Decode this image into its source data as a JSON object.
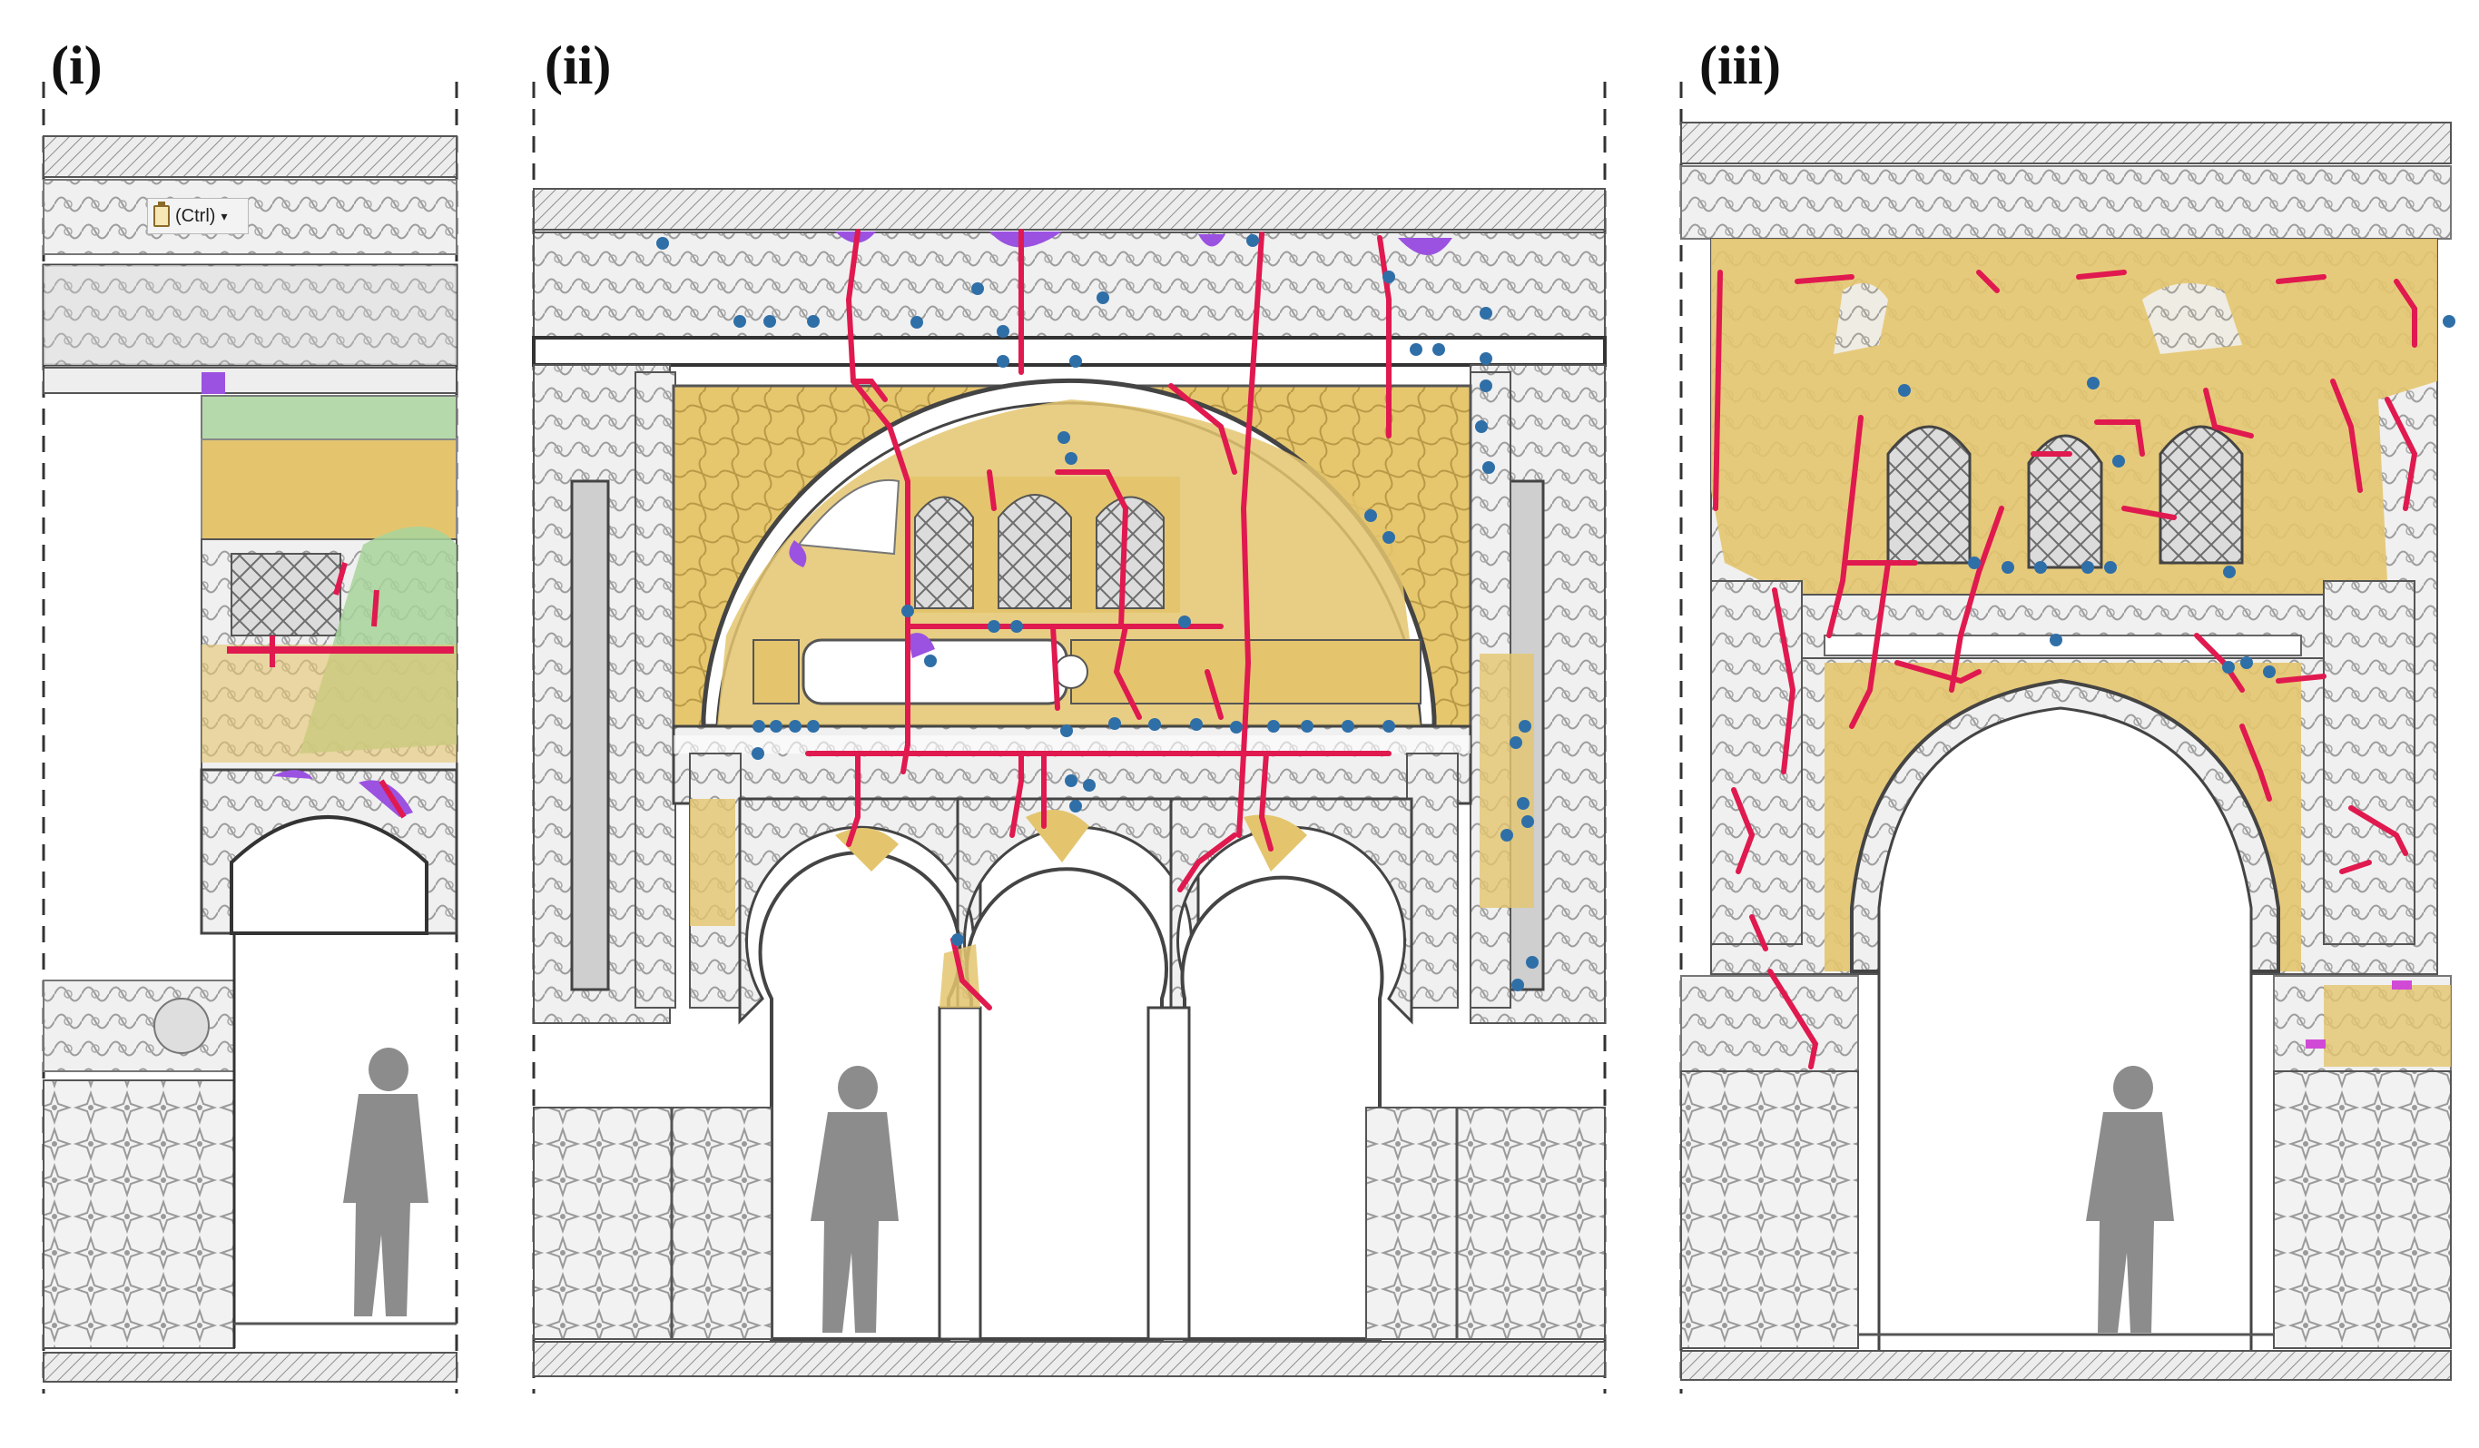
{
  "panels": [
    {
      "id": "i",
      "label": "(i)"
    },
    {
      "id": "ii",
      "label": "(ii)"
    },
    {
      "id": "iii",
      "label": "(iii)"
    }
  ],
  "paste_options": {
    "label": "(Ctrl)",
    "icon": "clipboard-icon"
  },
  "colors": {
    "plaster": "#e4c56e",
    "crack": "#e0194f",
    "point": "#2f6fa8",
    "loss": "#9b52e0",
    "green": "#9fcf9f",
    "outline": "#5b5b5b",
    "human": "#8c8c8c"
  }
}
